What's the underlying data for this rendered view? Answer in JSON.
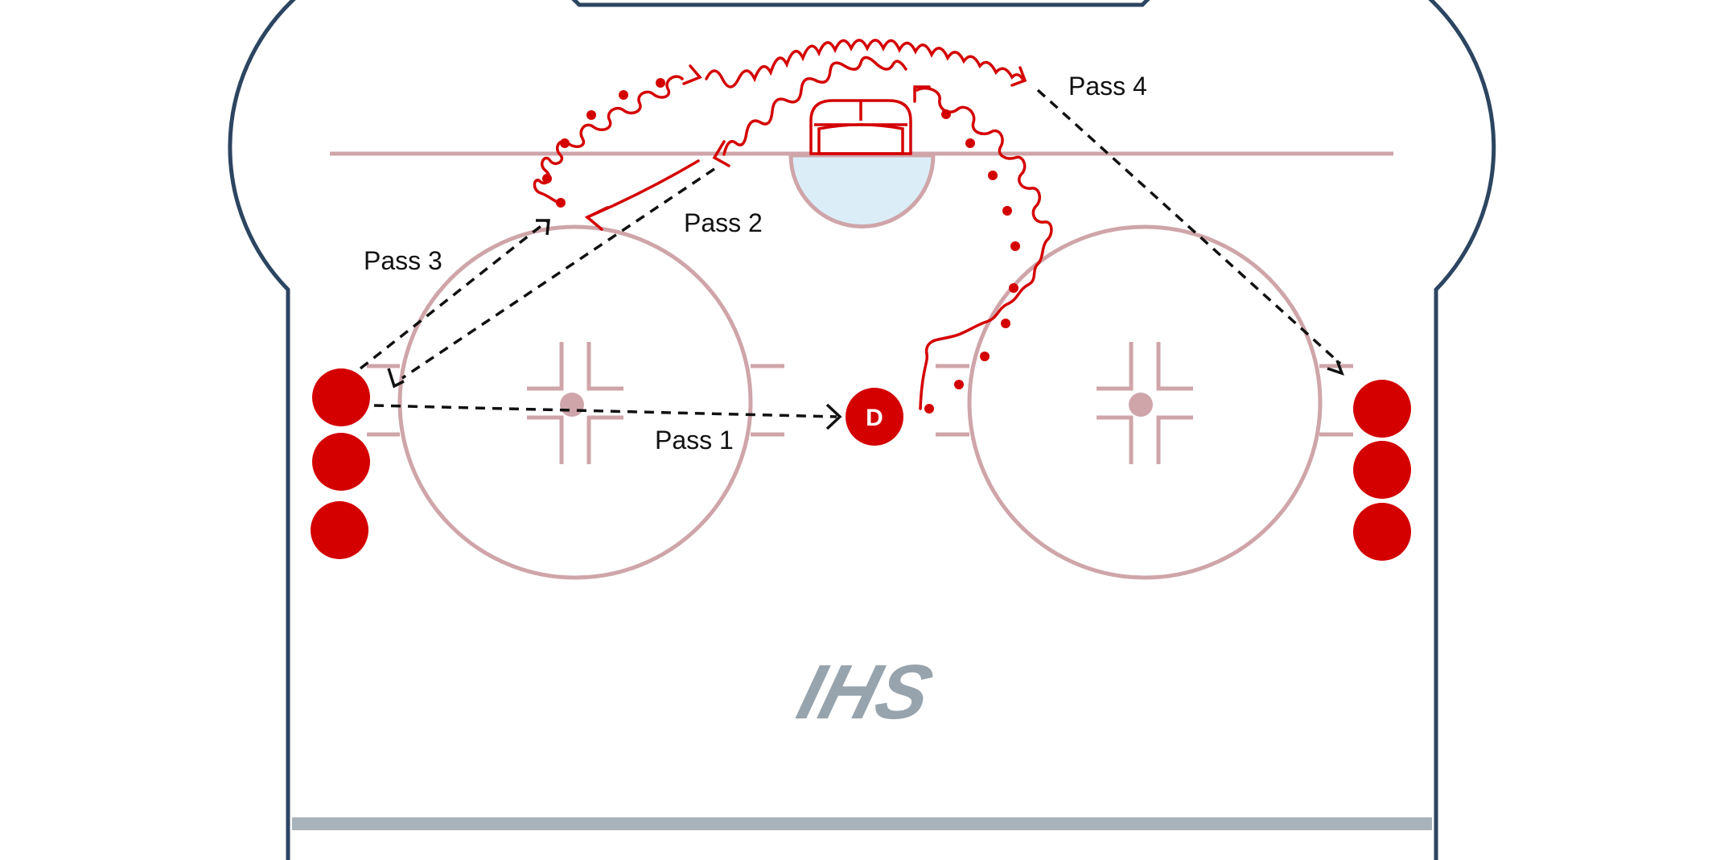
{
  "colors": {
    "boards": "#2c4560",
    "line": "#cfa5aa",
    "crease": "#dbeef8",
    "player": "#d40000",
    "pass": "#111111",
    "logo": "#97a3ad",
    "bottom_line": "#a8b2ba"
  },
  "logo": {
    "text": "IHS"
  },
  "players": {
    "defense_label": "D",
    "left_queue_count": 3,
    "right_queue_count": 3
  },
  "passes": [
    {
      "id": "pass-1",
      "label": "Pass 1"
    },
    {
      "id": "pass-2",
      "label": "Pass 2"
    },
    {
      "id": "pass-3",
      "label": "Pass 3"
    },
    {
      "id": "pass-4",
      "label": "Pass 4"
    }
  ],
  "icons": [
    "rink-diagram",
    "net-icon",
    "player-marker",
    "defense-marker",
    "pass-arrow",
    "skate-path",
    "ihs-logo"
  ]
}
